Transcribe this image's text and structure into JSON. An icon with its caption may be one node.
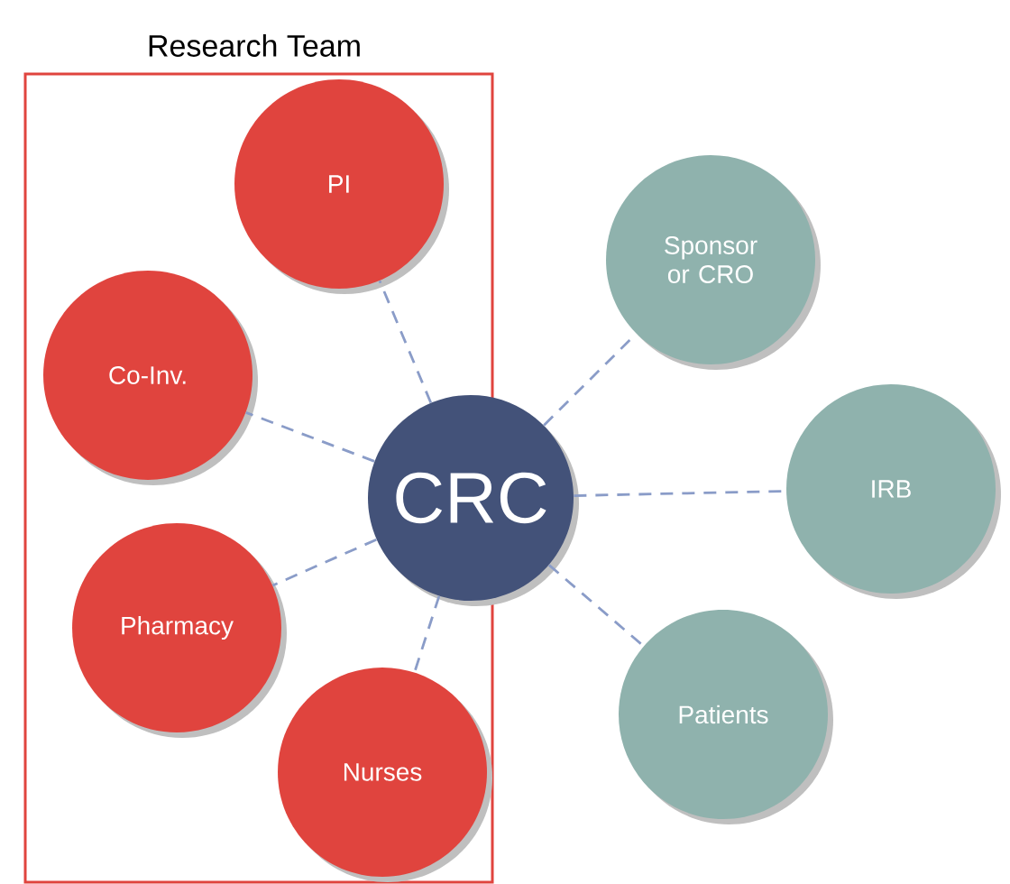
{
  "diagram": {
    "nodes": [
      {
        "text": [
          "Research Team"
        ]
      },
      {
        "text": [
          "PI"
        ],
        "in": 0
      },
      {
        "text": [
          "Co-Inv."
        ],
        "in": 0
      },
      {
        "text": [
          "Pharmacy"
        ],
        "in": 0
      },
      {
        "text": [
          "Nurses"
        ],
        "in": 0
      },
      {
        "text": [
          "CRC"
        ]
      },
      {
        "text": [
          "Sponsor or CRO"
        ]
      },
      {
        "text": [
          "IRB"
        ]
      },
      {
        "text": [
          "Patients"
        ]
      }
    ],
    "edges": [
      {
        "from": 5,
        "to": 1,
        "arrow": "none",
        "style": "dashed"
      },
      {
        "from": 5,
        "to": 2,
        "arrow": "none",
        "style": "dashed"
      },
      {
        "from": 5,
        "to": 3,
        "arrow": "none",
        "style": "dashed"
      },
      {
        "from": 5,
        "to": 4,
        "arrow": "none",
        "style": "dashed"
      },
      {
        "from": 5,
        "to": 6,
        "arrow": "none",
        "style": "dashed"
      },
      {
        "from": 5,
        "to": 7,
        "arrow": "none",
        "style": "dashed"
      },
      {
        "from": 5,
        "to": 8,
        "arrow": "none",
        "style": "dashed"
      }
    ]
  }
}
